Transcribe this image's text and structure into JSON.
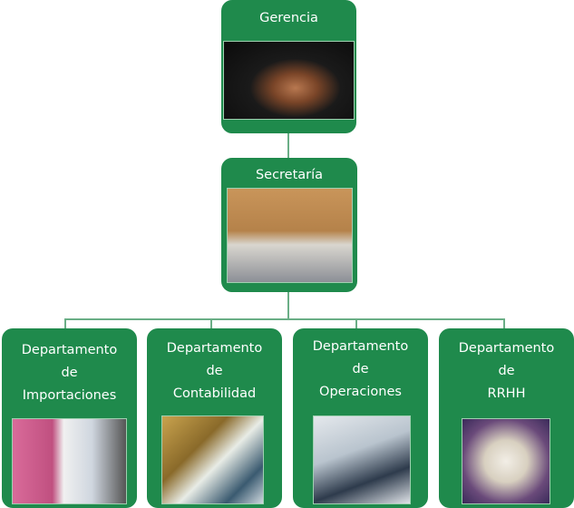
{
  "colors": {
    "box": "#1f8a4c",
    "connector": "#6aae86"
  },
  "nodes": {
    "gerencia": {
      "title": "Gerencia",
      "image": "handshake-photo"
    },
    "secretaria": {
      "title": "Secretaría",
      "image": "secretary-office-photo"
    },
    "departments": [
      {
        "line1": "Departamento",
        "line2": "de",
        "line3": "Importaciones",
        "image": "office-worker-photo"
      },
      {
        "line1": "Departamento",
        "line2": "de",
        "line3": "Contabilidad",
        "image": "accounting-dollar-photo"
      },
      {
        "line1": "Departamento",
        "line2": "de",
        "line3": "Operaciones",
        "image": "team-laptop-photo"
      },
      {
        "line1": "Departamento",
        "line2": "de",
        "line3": "RRHH",
        "image": "drh-sign-photo"
      }
    ]
  }
}
